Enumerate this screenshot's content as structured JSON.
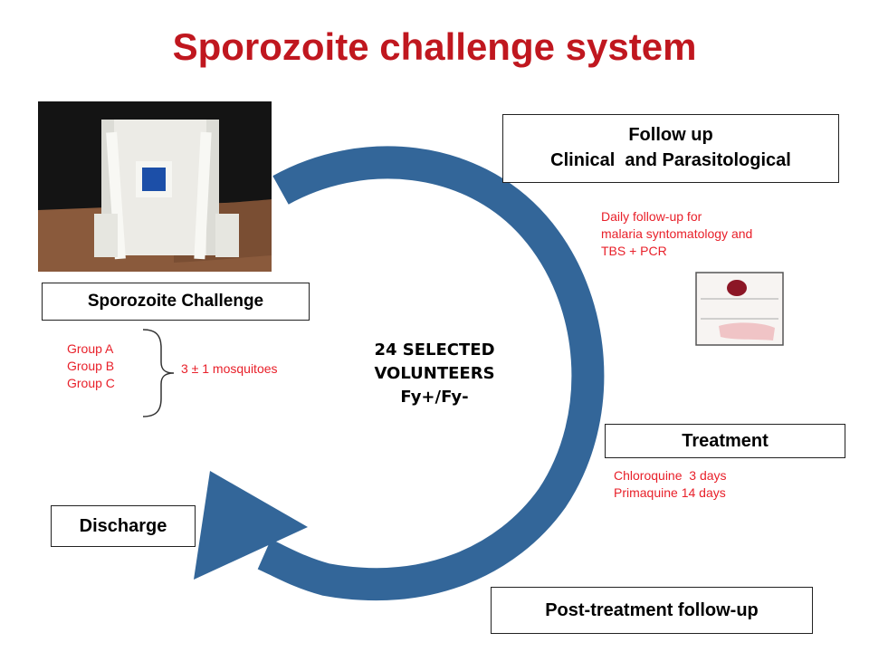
{
  "title": "Sporozoite challenge system",
  "colors": {
    "title": "#c0171f",
    "annotation": "#e8202a",
    "arrow": "#336699"
  },
  "center": {
    "line1": "24 SELECTED",
    "line2": "VOLUNTEERS",
    "line3": "Fy+/Fy-"
  },
  "challenge": {
    "label": "Sporozoite Challenge",
    "groups": [
      "Group A",
      "Group B",
      "Group C"
    ],
    "dose": "3 ± 1 mosquitoes"
  },
  "follow_up": {
    "line1": "Follow up",
    "line2": "Clinical  and Parasitological",
    "notes": [
      "Daily follow-up for",
      "malaria syntomatology and",
      "TBS + PCR"
    ]
  },
  "treatment": {
    "label": "Treatment",
    "notes": [
      "Chloroquine  3 days",
      "Primaquine 14 days"
    ]
  },
  "post_treatment": {
    "label": "Post-treatment follow-up"
  },
  "discharge": {
    "label": "Discharge"
  }
}
